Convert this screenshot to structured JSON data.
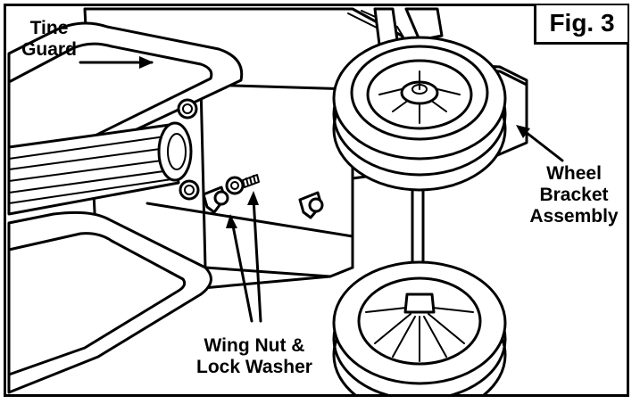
{
  "figure": {
    "fig_label": "Fig. 3",
    "labels": {
      "tine_guard_line1": "Tine",
      "tine_guard_line2": "Guard",
      "wheel_line1": "Wheel",
      "wheel_line2": "Bracket",
      "wheel_line3": "Assembly",
      "wing_line1": "Wing Nut &",
      "wing_line2": "Lock Washer"
    }
  },
  "colors": {
    "ink": "#000000",
    "paper": "#ffffff"
  }
}
